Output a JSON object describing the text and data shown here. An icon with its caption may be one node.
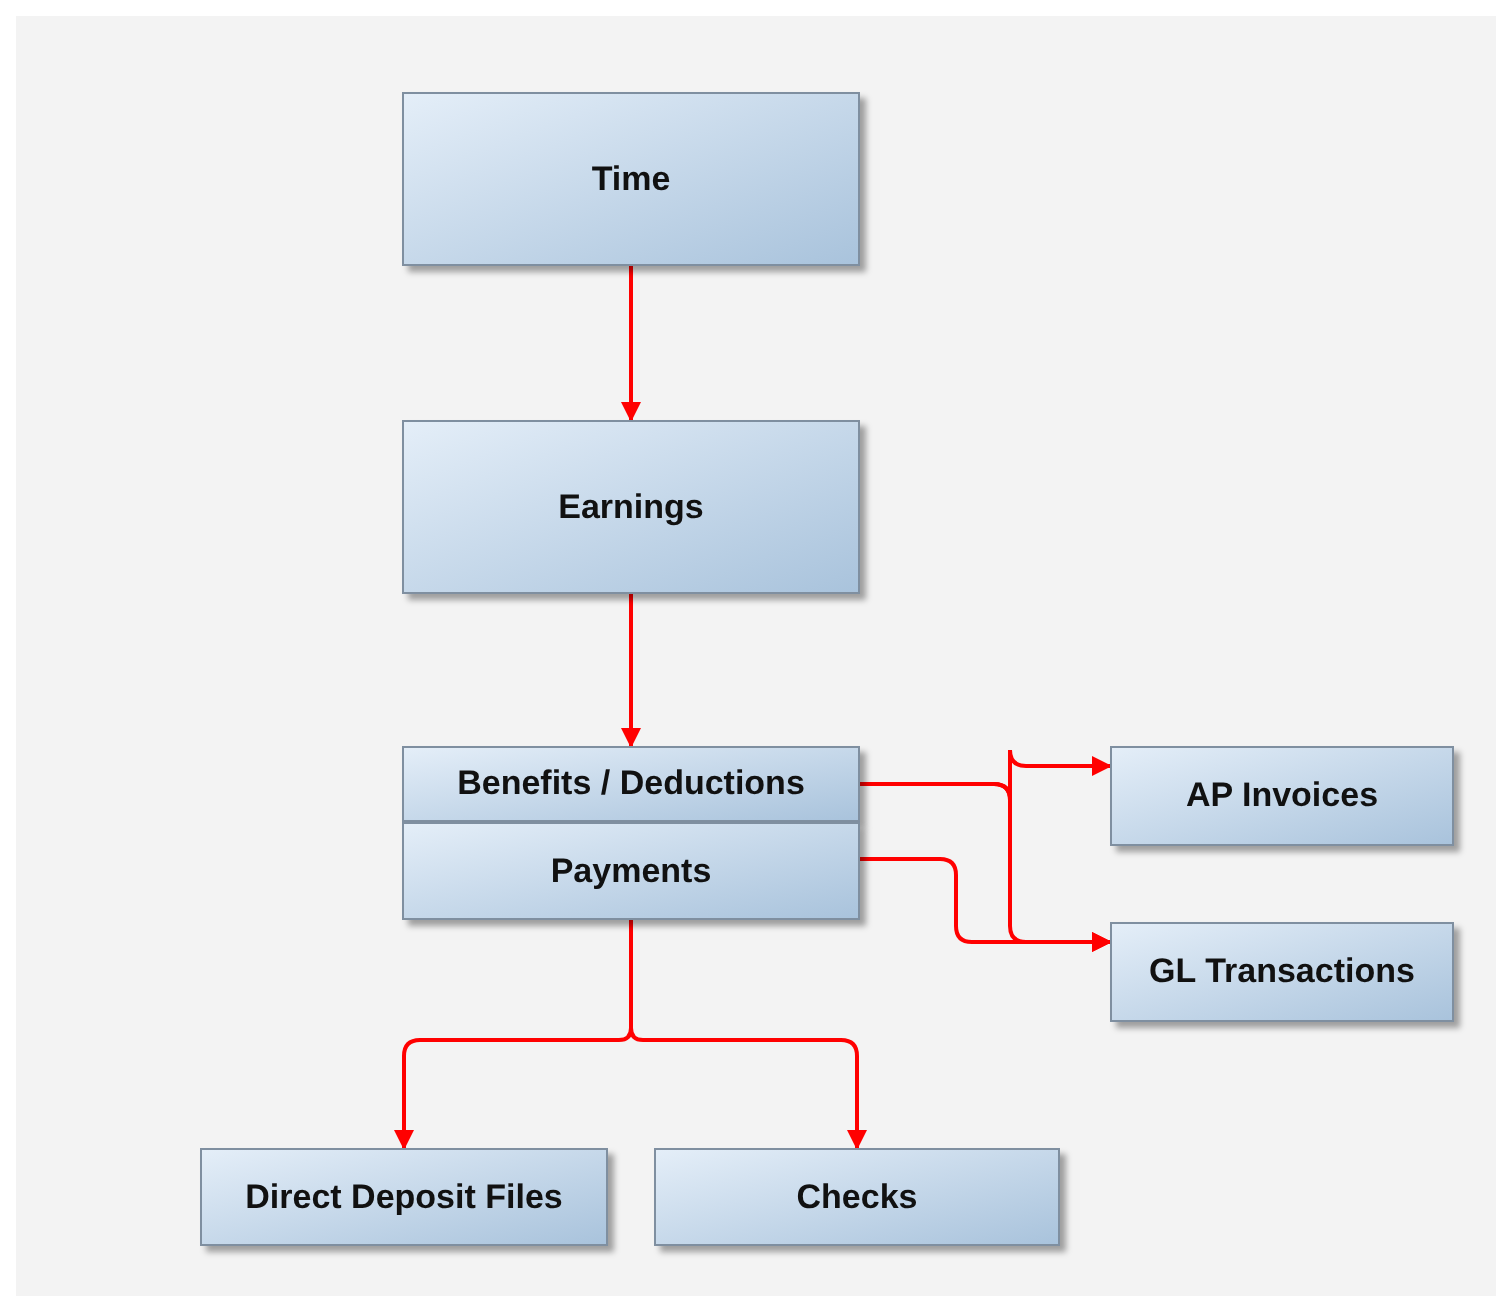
{
  "diagram": {
    "nodes": [
      {
        "text": [
          "Time"
        ]
      },
      {
        "text": [
          "Earnings"
        ]
      },
      {
        "text": [
          "Benefits / Deductions"
        ]
      },
      {
        "text": [
          "Payments"
        ]
      },
      {
        "text": [
          "AP Invoices"
        ]
      },
      {
        "text": [
          "GL Transactions"
        ]
      },
      {
        "text": [
          "Direct Deposit Files"
        ]
      },
      {
        "text": [
          "Checks"
        ]
      }
    ],
    "edges": [
      {
        "from": 0,
        "to": 1,
        "arrow": "to"
      },
      {
        "from": 1,
        "to": 2,
        "arrow": "to"
      },
      {
        "from": 2,
        "to": 4,
        "arrow": "to"
      },
      {
        "from": 2,
        "to": 5,
        "arrow": "to"
      },
      {
        "from": 3,
        "to": 5,
        "arrow": "to"
      },
      {
        "from": 3,
        "to": 6,
        "arrow": "to"
      },
      {
        "from": 3,
        "to": 7,
        "arrow": "to"
      }
    ]
  }
}
